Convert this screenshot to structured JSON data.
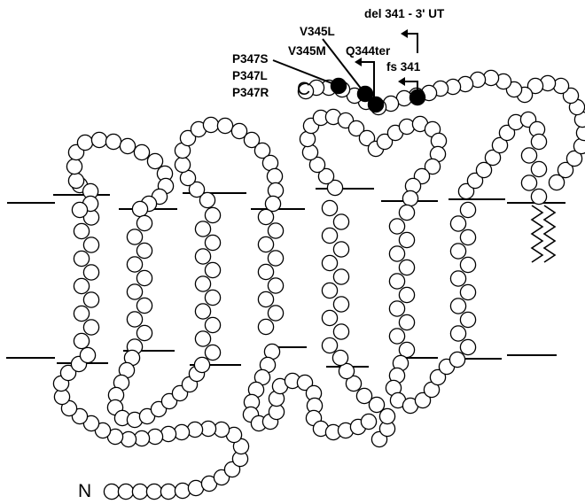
{
  "termini": {
    "n": "N",
    "c": "C"
  },
  "labels": {
    "p347s": "P347S",
    "p347l": "P347L",
    "p347r": "P347R",
    "v345l": "V345L",
    "v345m": "V345M",
    "q344ter": "Q344ter",
    "fs341": "fs 341",
    "del341": "del 341 - 3' UT"
  },
  "colors": {
    "residue_fill": "#ffffff",
    "mutation_fill": "#000000",
    "stroke": "#000000"
  }
}
